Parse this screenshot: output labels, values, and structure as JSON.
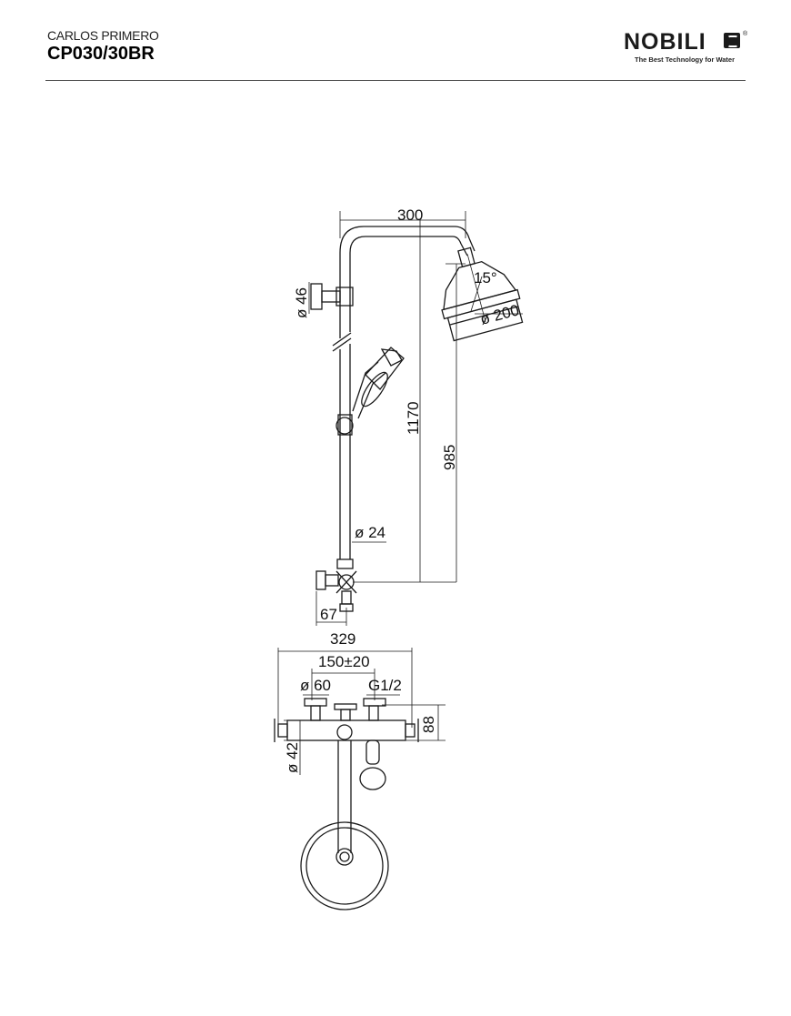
{
  "header": {
    "series": "CARLOS PRIMERO",
    "code": "CP030/30BR"
  },
  "brand": {
    "name": "NOBILI",
    "reg_mark": "®",
    "tagline": "The Best Technology for Water"
  },
  "dimensions": {
    "arm_width": "300",
    "wall_bracket_diameter": "ø 46",
    "head_angle": "15°",
    "head_diameter": "ø 200",
    "total_height": "1170",
    "outlet_height": "985",
    "riser_diameter": "ø 24",
    "mixer_projection": "67",
    "overall_width": "329",
    "centers": "150±20",
    "flange_diameter": "ø 60",
    "thread": "G1/2",
    "body_height": "88",
    "body_diameter": "ø 42"
  },
  "colors": {
    "line": "#1a1a1a",
    "paper": "#ffffff"
  }
}
